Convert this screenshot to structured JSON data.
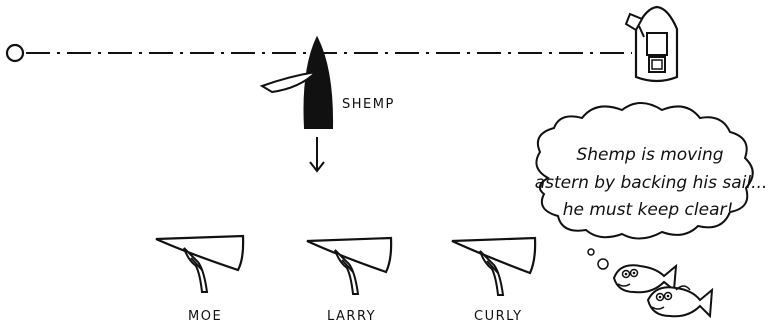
{
  "labels": {
    "shemp": "SHEMP",
    "moe": "MOE",
    "larry": "LARRY",
    "curly": "CURLY"
  },
  "speech_bubble": {
    "lines": [
      "Shemp is moving",
      "astern by backing his sail...",
      "he must keep clear!"
    ]
  },
  "icons": {
    "left_mark": "circle-buoy-icon",
    "committee_boat": "committee-boat-icon",
    "direction_arrow": "down-arrow-icon",
    "fish": "fish-icon"
  },
  "colors": {
    "ink": "#111111",
    "shemp_hull": "#111111",
    "hull_fill": "#ffffff"
  }
}
